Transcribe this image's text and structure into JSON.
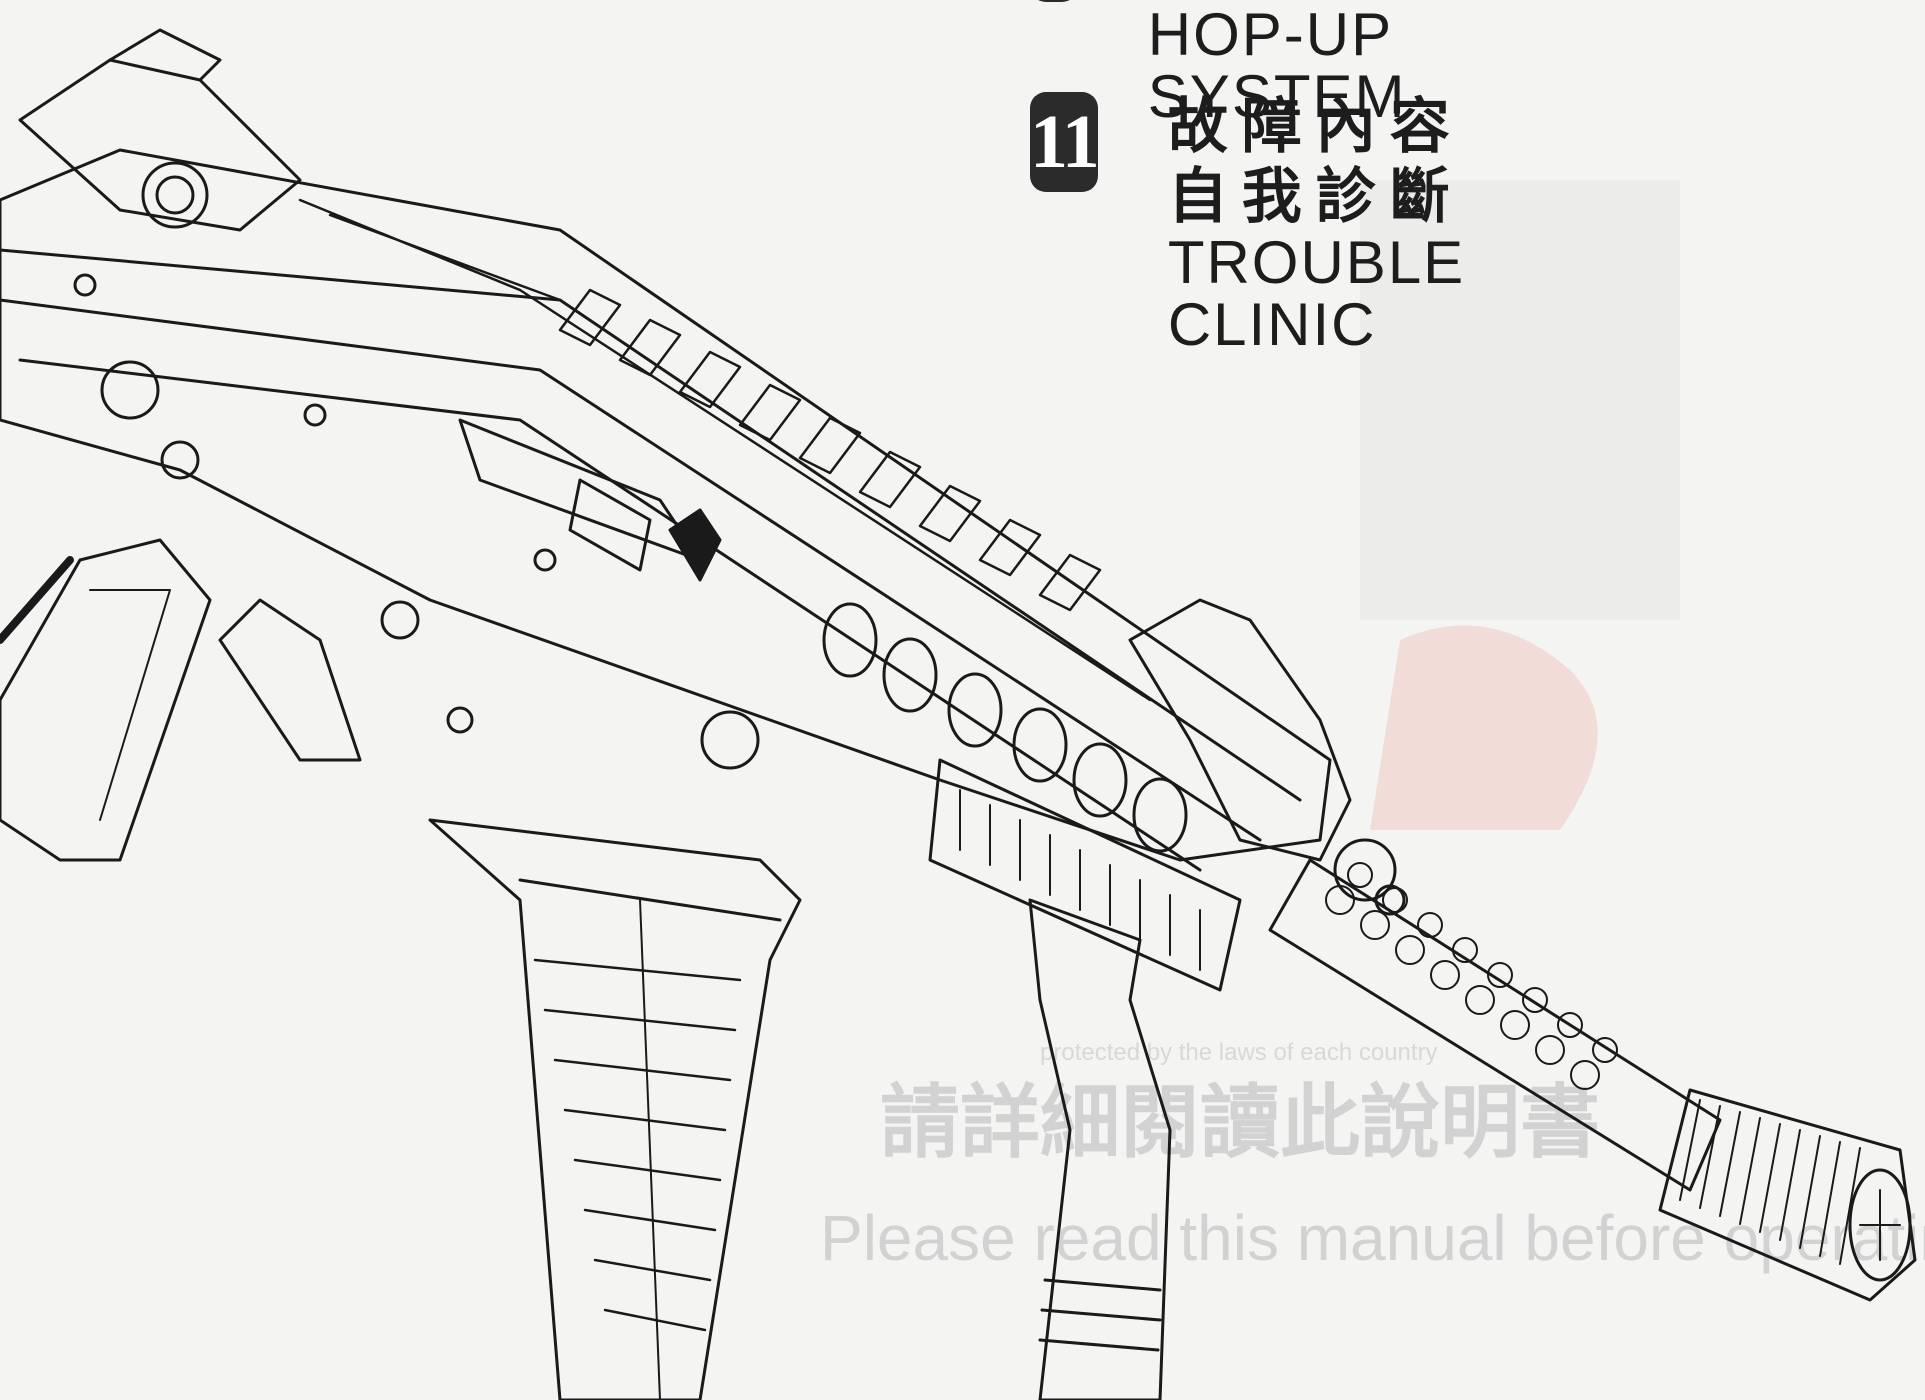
{
  "toc": {
    "prev_item": {
      "number": "",
      "title_en": "VARIABLE HOP-UP SYSTEM"
    },
    "item_11": {
      "number": "11",
      "title_zh": "故障內容自我診斷",
      "title_en": "TROUBLE CLINIC"
    }
  },
  "bleed_through": {
    "line1": "請詳細閱讀此說明書",
    "line2": "Please read this manual before operating",
    "line3": "protected by the laws of each country"
  },
  "colors": {
    "background": "#f4f4f2",
    "ink": "#1d1d1d",
    "badge": "#2b2b2b",
    "bleed": "#d6d6d6",
    "bleed_red": "#f2dcd8"
  },
  "illustration": {
    "subject": "rifle-line-drawing",
    "icon": "rifle-icon"
  }
}
